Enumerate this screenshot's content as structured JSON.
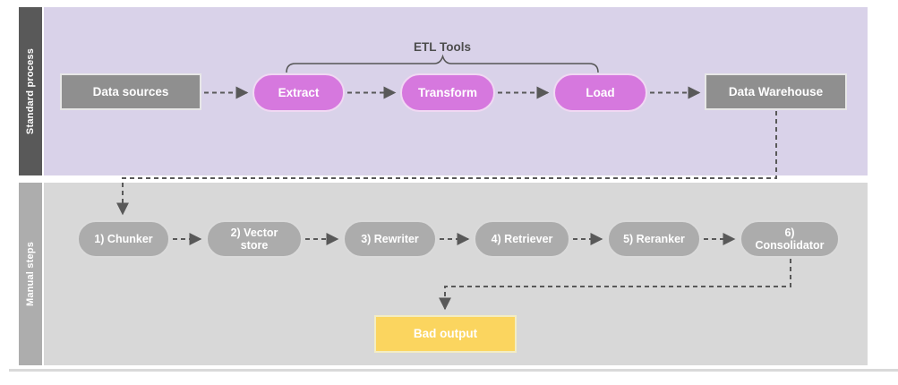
{
  "lanes": {
    "standard": {
      "label": "Standard process",
      "bracket_label": "ETL Tools",
      "nodes": [
        {
          "label": "Data sources",
          "shape": "rect"
        },
        {
          "label": "Extract",
          "shape": "pill"
        },
        {
          "label": "Transform",
          "shape": "pill"
        },
        {
          "label": "Load",
          "shape": "pill"
        },
        {
          "label": "Data Warehouse",
          "shape": "rect"
        }
      ]
    },
    "manual": {
      "label": "Manual steps",
      "nodes": [
        {
          "label": "1) Chunker",
          "shape": "pill"
        },
        {
          "label": "2) Vector store",
          "shape": "pill"
        },
        {
          "label": "3) Rewriter",
          "shape": "pill"
        },
        {
          "label": "4) Retriever",
          "shape": "pill"
        },
        {
          "label": "5) Reranker",
          "shape": "pill"
        },
        {
          "label": "6) Consolidator",
          "shape": "pill"
        },
        {
          "label": "Bad output",
          "shape": "rect",
          "variant": "warning"
        }
      ]
    }
  },
  "colors": {
    "standard_lane_bg": "#d9d2e9",
    "standard_label_bar": "#595959",
    "manual_lane_bg": "#d8d8d8",
    "manual_label_bar": "#adadad",
    "gray_node_fill": "#8f8f8f",
    "etl_pill_fill": "#d678de",
    "gray_pill_fill": "#acacac",
    "bad_output_fill": "#fbd55f",
    "connector_stroke": "#595959",
    "node_text": "#ffffff",
    "bracket_text": "#4d4d4d"
  }
}
